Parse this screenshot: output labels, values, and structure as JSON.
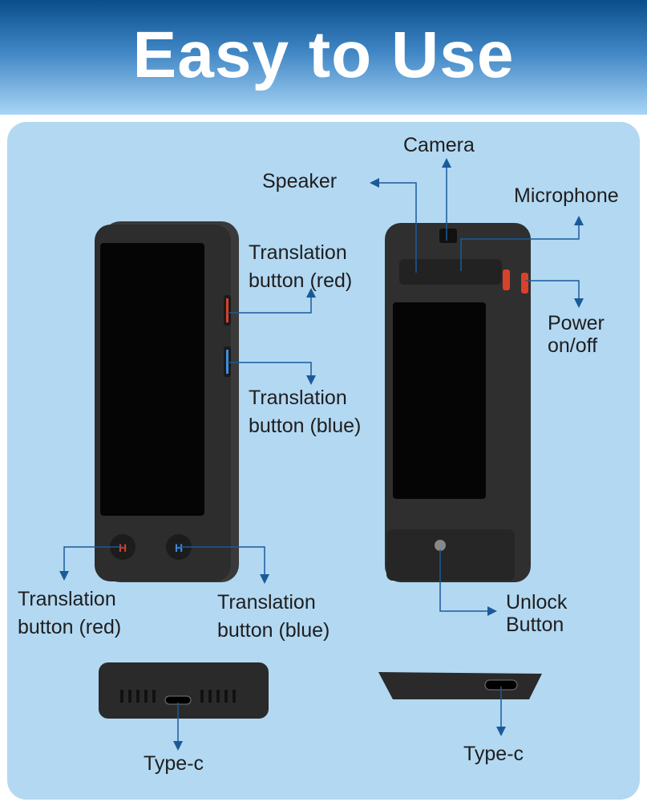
{
  "header": {
    "title": "Easy to Use"
  },
  "labels": {
    "camera": "Camera",
    "speaker": "Speaker",
    "microphone": "Microphone",
    "translation_red_side_1": "Translation",
    "translation_red_side_2": "button (red)",
    "translation_blue_side_1": "Translation",
    "translation_blue_side_2": "button (blue)",
    "power_1": "Power",
    "power_2": "on/off",
    "translation_red_front_1": "Translation",
    "translation_red_front_2": "button (red)",
    "translation_blue_front_1": "Translation",
    "translation_blue_front_2": "button (blue)",
    "unlock_1": "Unlock",
    "unlock_2": "Button",
    "typec_left": "Type-c",
    "typec_right": "Type-c"
  },
  "colors": {
    "line": "#1a5a9a",
    "device": "#2b2b2b",
    "screen": "#050505",
    "red": "#d8412a",
    "blue": "#3a8ee0"
  }
}
